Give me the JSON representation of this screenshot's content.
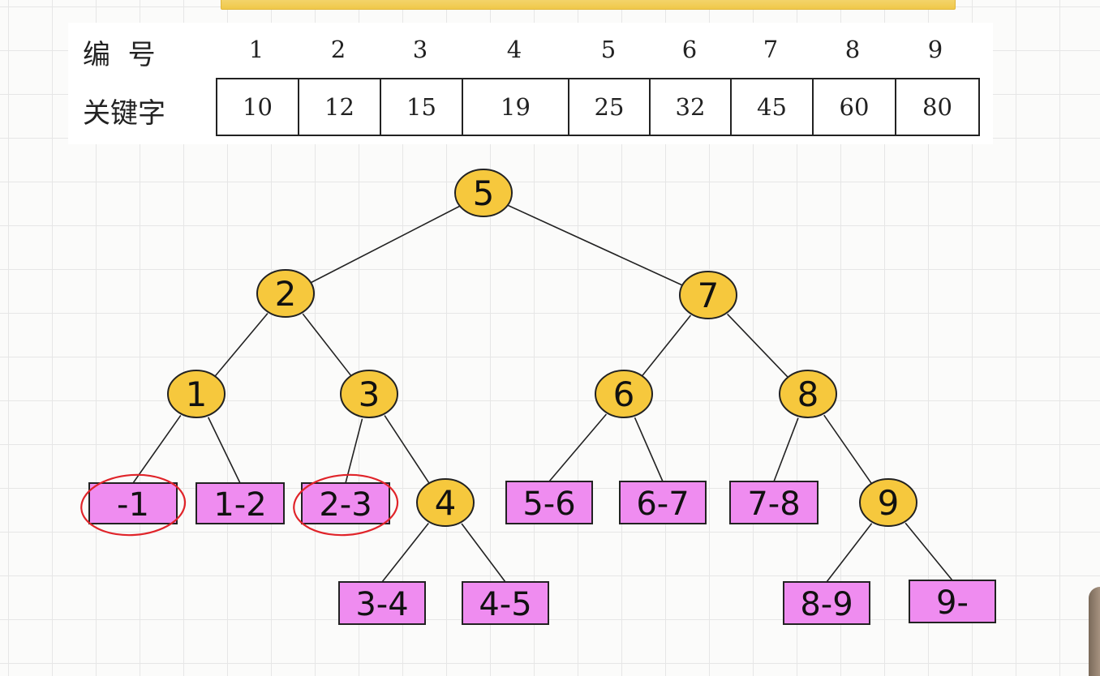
{
  "table": {
    "index_label": "编  号",
    "key_label": "关键字",
    "indices": [
      "1",
      "2",
      "3",
      "4",
      "5",
      "6",
      "7",
      "8",
      "9"
    ],
    "keys": [
      "10",
      "12",
      "15",
      "19",
      "25",
      "32",
      "45",
      "60",
      "80"
    ]
  },
  "tree": {
    "nodes": [
      {
        "id": "5",
        "label": "5"
      },
      {
        "id": "2",
        "label": "2"
      },
      {
        "id": "7",
        "label": "7"
      },
      {
        "id": "1",
        "label": "1"
      },
      {
        "id": "3",
        "label": "3"
      },
      {
        "id": "6",
        "label": "6"
      },
      {
        "id": "8",
        "label": "8"
      },
      {
        "id": "4",
        "label": "4"
      },
      {
        "id": "9",
        "label": "9"
      }
    ],
    "leaves": [
      {
        "id": "L1",
        "label": "-1",
        "highlighted": true
      },
      {
        "id": "L2",
        "label": "1-2",
        "highlighted": false
      },
      {
        "id": "L3",
        "label": "2-3",
        "highlighted": true
      },
      {
        "id": "L4",
        "label": "3-4",
        "highlighted": false
      },
      {
        "id": "L5",
        "label": "4-5",
        "highlighted": false
      },
      {
        "id": "L6",
        "label": "5-6",
        "highlighted": false
      },
      {
        "id": "L7",
        "label": "6-7",
        "highlighted": false
      },
      {
        "id": "L8",
        "label": "7-8",
        "highlighted": false
      },
      {
        "id": "L9",
        "label": "8-9",
        "highlighted": false
      },
      {
        "id": "L10",
        "label": "9-",
        "highlighted": false
      }
    ],
    "edges": [
      [
        "5",
        "2"
      ],
      [
        "5",
        "7"
      ],
      [
        "2",
        "1"
      ],
      [
        "2",
        "3"
      ],
      [
        "7",
        "6"
      ],
      [
        "7",
        "8"
      ],
      [
        "1",
        "L1"
      ],
      [
        "1",
        "L2"
      ],
      [
        "3",
        "L3"
      ],
      [
        "3",
        "4"
      ],
      [
        "4",
        "L4"
      ],
      [
        "4",
        "L5"
      ],
      [
        "6",
        "L6"
      ],
      [
        "6",
        "L7"
      ],
      [
        "8",
        "L8"
      ],
      [
        "8",
        "9"
      ],
      [
        "9",
        "L9"
      ],
      [
        "9",
        "L10"
      ]
    ]
  },
  "colors": {
    "node_fill": "#f6c83d",
    "leaf_fill": "#ef8cf0",
    "highlight_stroke": "#e0242a",
    "line": "#222222"
  }
}
